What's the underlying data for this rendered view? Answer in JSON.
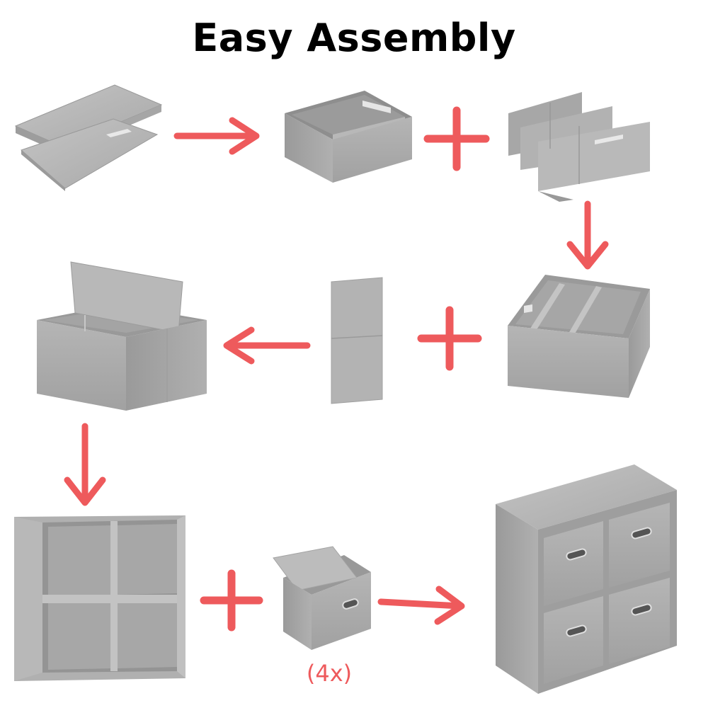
{
  "title": "Easy Assembly",
  "quantity_label": "(4x)",
  "colors": {
    "accent": "#ee5a5c",
    "fabric_light": "#bdbdbd",
    "fabric_mid": "#a9a9a9",
    "fabric_dark": "#8f8f8f",
    "fabric_inner": "#9c9c9c",
    "background": "#ffffff"
  },
  "steps": [
    {
      "name": "folded-panels",
      "icon": "folded-panels-image"
    },
    {
      "name": "open-box",
      "icon": "open-box-image"
    },
    {
      "name": "divider-panels",
      "icon": "divider-panels-image"
    },
    {
      "name": "box-with-dividers",
      "icon": "box-with-dividers-image"
    },
    {
      "name": "single-panel",
      "icon": "single-panel-image"
    },
    {
      "name": "box-with-lid-panel",
      "icon": "box-with-lid-image"
    },
    {
      "name": "cube-shelf",
      "icon": "cube-shelf-image"
    },
    {
      "name": "storage-bin",
      "icon": "storage-bin-image"
    },
    {
      "name": "assembled-organizer",
      "icon": "assembled-organizer-image"
    }
  ]
}
